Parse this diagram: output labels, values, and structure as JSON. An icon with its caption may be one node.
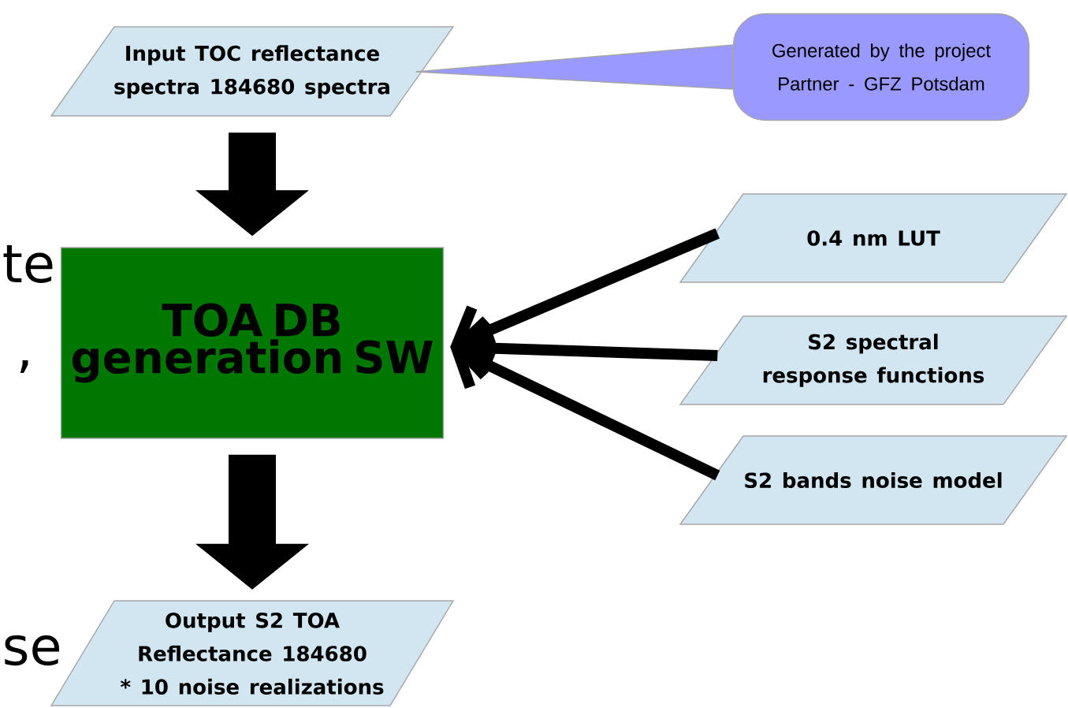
{
  "diagram": {
    "nodes": [
      {
        "text": [
          "Input TOC reflectance spectra 184680 spectra"
        ]
      },
      {
        "text": [
          "Generated by the project Partner - GFZ Potsdam"
        ]
      },
      {
        "text": [
          "TOA DB generation SW"
        ]
      },
      {
        "text": [
          "Output S2 TOA Reflectance 184680 * 10 noise realizations"
        ]
      },
      {
        "text": [
          "0.4 nm LUT"
        ]
      },
      {
        "text": [
          "S2 spectral response functions"
        ]
      },
      {
        "text": [
          "S2 bands noise model"
        ]
      }
    ],
    "edges": [
      {
        "from": 1,
        "to": 0,
        "arrow": "none"
      },
      {
        "from": 0,
        "to": 2,
        "arrow": "to",
        "style": "thick"
      },
      {
        "from": 2,
        "to": 3,
        "arrow": "to",
        "style": "thick"
      },
      {
        "from": 4,
        "to": 2,
        "arrow": "to"
      },
      {
        "from": 5,
        "to": 2,
        "arrow": "to"
      },
      {
        "from": 6,
        "to": 2,
        "arrow": "to"
      }
    ],
    "labels": [
      "te",
      ",",
      "se"
    ]
  }
}
